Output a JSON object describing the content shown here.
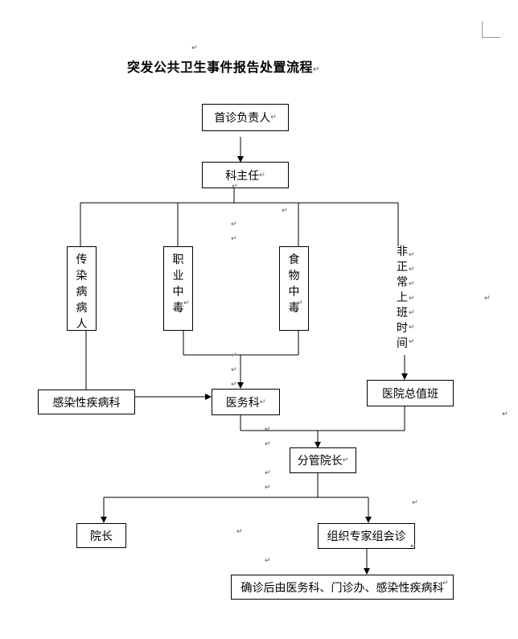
{
  "title": "突发公共卫生事件报告处置流程",
  "nodes": {
    "first_doctor": "首诊负责人",
    "dept_director": "科主任",
    "infectious_patient": "传染病病人",
    "occupational_poisoning": "职业中毒",
    "food_poisoning": "食物中毒",
    "off_hours": "非正常上班时间",
    "infection_dept": "感染性疾病科",
    "medical_affairs": "医务科",
    "duty_office": "医院总值班",
    "vice_president": "分管院长",
    "president": "院长",
    "expert_consult": "组织专家组会诊",
    "confirm_report": "确诊后由医务科、门诊办、感染性疾病科"
  },
  "paragraph_mark": "↵"
}
